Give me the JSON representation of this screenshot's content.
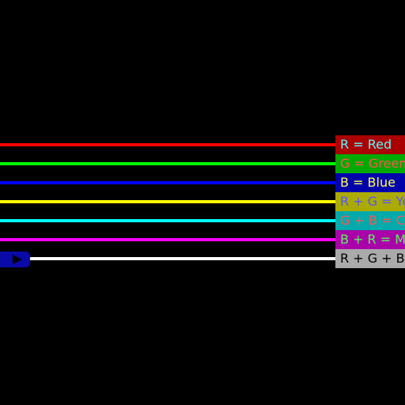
{
  "rows": [
    {
      "label": "R = Red",
      "line_color": "#ff0000",
      "box_color": "#aa0000",
      "text_color": "#55ffff"
    },
    {
      "label": "G = Green",
      "line_color": "#00ff00",
      "box_color": "#00aa00",
      "text_color": "#ff5555"
    },
    {
      "label": "B = Blue",
      "line_color": "#0000ff",
      "box_color": "#0000aa",
      "text_color": "#ffff55"
    },
    {
      "label": "R + G = Yellow",
      "line_color": "#ffff00",
      "box_color": "#aaaa00",
      "text_color": "#5555ff"
    },
    {
      "label": "G + B = Cyan",
      "line_color": "#00ffff",
      "box_color": "#00aaaa",
      "text_color": "#ff5555"
    },
    {
      "label": "B + R = Magenta",
      "line_color": "#ff00ff",
      "box_color": "#aa00aa",
      "text_color": "#55ff55"
    },
    {
      "label": "R + G + B = White",
      "line_color": "#ffffff",
      "box_color": "#aaaaaa",
      "text_color": "#000000"
    }
  ],
  "play_button": {
    "icon": "play-icon",
    "color": "#0a0aa8"
  }
}
